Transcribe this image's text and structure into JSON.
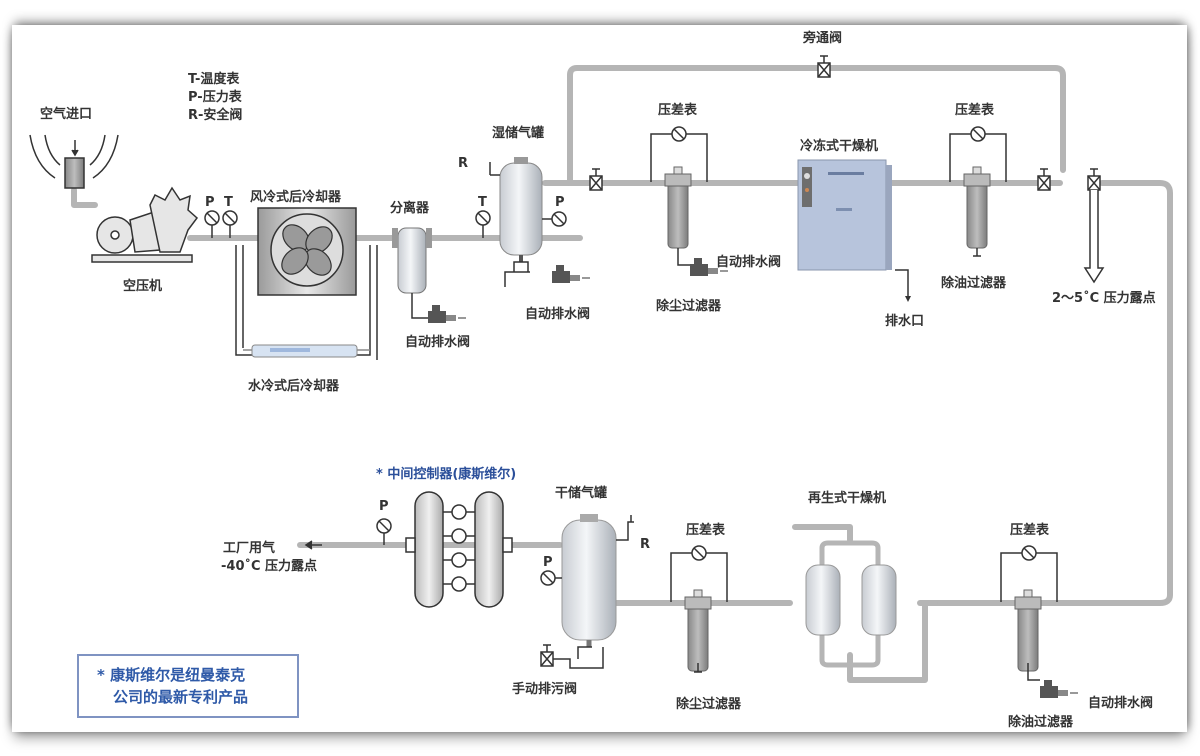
{
  "diagram": {
    "type": "compressed-air-system-flow",
    "legend": [
      "T-温度表",
      "P-压力表",
      "R-安全阀"
    ],
    "labels": {
      "air_inlet": "空气进口",
      "compressor": "空压机",
      "air_aftercooler": "风冷式后冷却器",
      "water_aftercooler": "水冷式后冷却器",
      "separator": "分离器",
      "wet_tank": "湿储气罐",
      "bypass_valve": "旁通阀",
      "dp_gauge": "压差表",
      "refrig_dryer": "冷冻式干燥机",
      "dust_filter": "除尘过滤器",
      "oil_filter": "除油过滤器",
      "auto_drain": "自动排水阀",
      "drain_outlet": "排水口",
      "dewpoint_1": "2～5˚C 压力露点",
      "controller": "* 中间控制器(康斯维尔)",
      "dry_tank": "干储气罐",
      "manual_drain": "手动排污阀",
      "regen_dryer": "再生式干燥机",
      "plant_air": "工厂用气",
      "dewpoint_2": "-40˚C 压力露点",
      "P": "P",
      "T": "T",
      "R": "R"
    },
    "note": {
      "line1": "* 康斯维尔是纽曼泰克",
      "line2": "公司的最新专利产品"
    },
    "colors": {
      "pipe": "#b9b9b9",
      "line": "#333333",
      "accent_blue": "#2b4f9a",
      "dryer_body": "#b7c4dc"
    }
  }
}
